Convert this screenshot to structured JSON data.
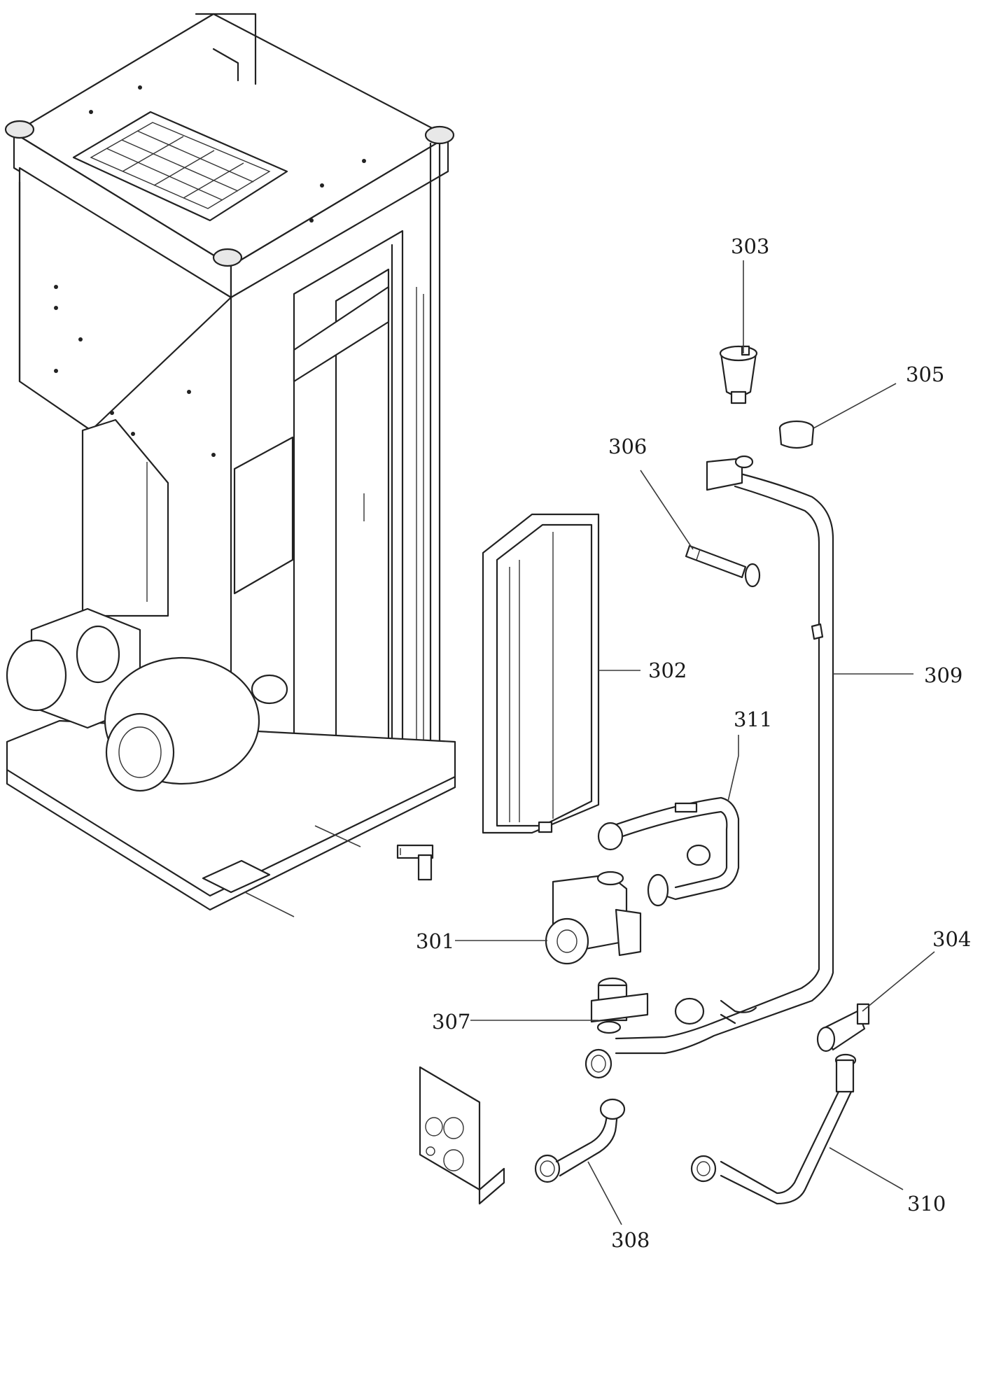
{
  "labels": {
    "p301": "301",
    "p302": "302",
    "p303": "303",
    "p304": "304",
    "p305": "305",
    "p306": "306",
    "p307": "307",
    "p308": "308",
    "p309": "309",
    "p310": "310",
    "p311": "311"
  },
  "colors": {
    "line": "#222222",
    "background": "#ffffff"
  }
}
